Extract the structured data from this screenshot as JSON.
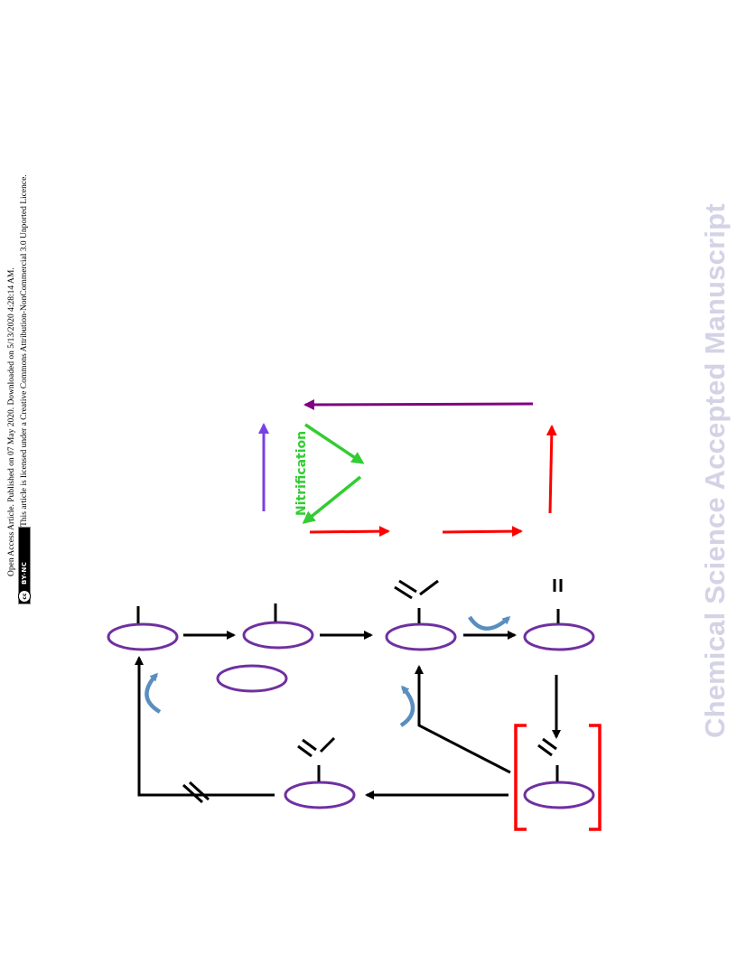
{
  "header": {
    "line1": "Open Access Article. Published on 07 May 2020. Downloaded on 5/13/2020 4:28:14 AM.",
    "line2": "This article is licensed under a Creative Commons Attribution-NonCommercial 3.0 Unported Licence.",
    "badge_cc": "cc",
    "badge_label": "BY-NC"
  },
  "watermark": "Chemical Science Accepted Manuscript",
  "diagram": {
    "nitrification_label": "Nitrification"
  },
  "colors": {
    "ellipse": "#7030a0",
    "purple_arrow": "#800080",
    "violet_arrow": "#7b3fe4",
    "green_arrow": "#33cc33",
    "red": "#ff0000",
    "black": "#000000",
    "curved_arrow": "#5a8ebf",
    "watermark": "#d4d3e6"
  }
}
